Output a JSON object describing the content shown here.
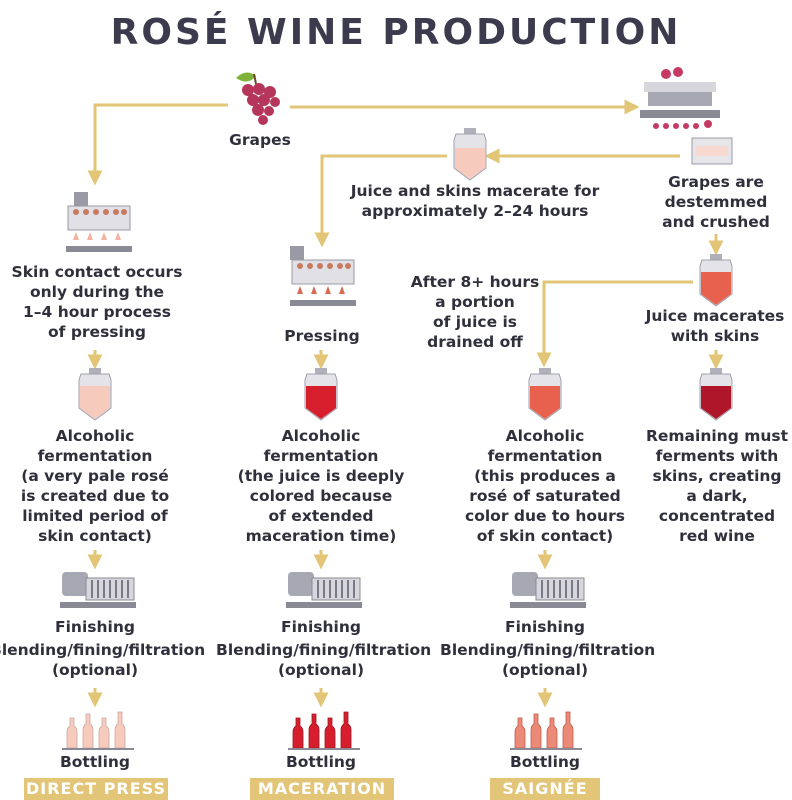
{
  "title": "ROSÉ WINE PRODUCTION",
  "nodes": {
    "grapes": "Grapes",
    "destemmed": "Grapes are\ndestemmed\nand crushed",
    "juice_skins": "Juice and skins macerate for\napproximately 2–24 hours",
    "skin_contact": "Skin contact occurs\nonly during the\n1–4 hour process\nof pressing",
    "pressing": "Pressing",
    "after8": "After 8+ hours\na portion\nof juice is\ndrained off",
    "juice_macerates": "Juice macerates\nwith skins",
    "ferm1": "Alcoholic\nfermentation\n(a very pale rosé\nis created due to\nlimited period of\nskin contact)",
    "ferm2": "Alcoholic\nfermentation\n(the juice is deeply\ncolored because\nof extended\nmaceration time)",
    "ferm3": "Alcoholic\nfermentation\n(this produces a\nrosé of saturated\ncolor due to hours\nof skin contact)",
    "remaining": "Remaining must\nferments with\nskins, creating\na dark,\nconcentrated\nred wine",
    "finishing": "Finishing",
    "finishing_detail": "Blending/fining/filtration\n(optional)",
    "bottling": "Bottling"
  },
  "methods": [
    "DIRECT PRESS",
    "MACERATION",
    "SAIGNÉE"
  ],
  "colors": {
    "arrow": "#e2c576",
    "banner": "#e2c576",
    "text": "#30303c",
    "pale_rose": "#f6c7b8",
    "deep_red": "#d71e2c",
    "saturated_rose": "#e8604e",
    "dark_red": "#b0162a",
    "grape": "#b5365a"
  }
}
